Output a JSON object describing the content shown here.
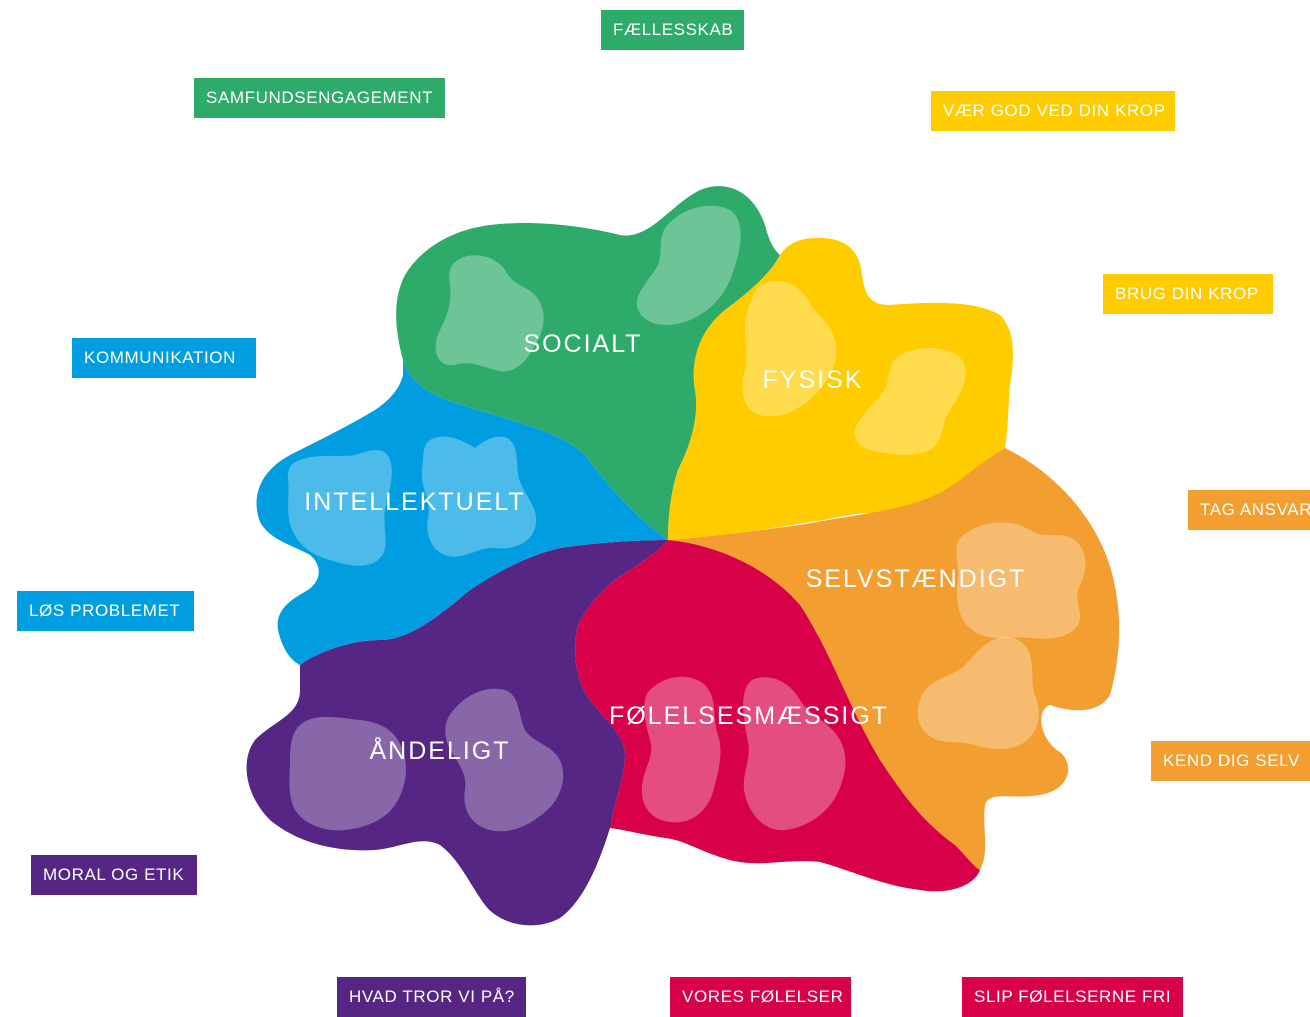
{
  "colors": {
    "green": "#2EAB6B",
    "yellow": "#FFCC00",
    "orange": "#F29E30",
    "red": "#D80049",
    "purple": "#552683",
    "blue": "#009EE0"
  },
  "regions": {
    "socialt": "SOCIALT",
    "fysisk": "FYSISK",
    "intellektuelt": "INTELLEKTUELT",
    "selvstaendigt": "SELVSTÆNDIGT",
    "andeligt": "ÅNDELIGT",
    "folelsesmaessigt": "FØLELSESMÆSSIGT"
  },
  "tags": {
    "faellesskab": "FÆLLESSKAB",
    "samfundsengagement": "SAMFUNDSENGAGEMENT",
    "vaer_god": "VÆR GOD VED DIN KROP",
    "brug_din_krop": "BRUG DIN KROP",
    "kommunikation": "KOMMUNIKATION",
    "tag_ansvar": "TAG ANSVAR",
    "los_problemet": "LØS PROBLEMET",
    "kend_dig_selv": "KEND DIG SELV",
    "moral_og_etik": "MORAL OG ETIK",
    "hvad_tror_vi": "HVAD TROR VI PÅ?",
    "vores_folelser": "VORES FØLELSER",
    "slip_folelserne": "SLIP FØLELSERNE FRI"
  }
}
